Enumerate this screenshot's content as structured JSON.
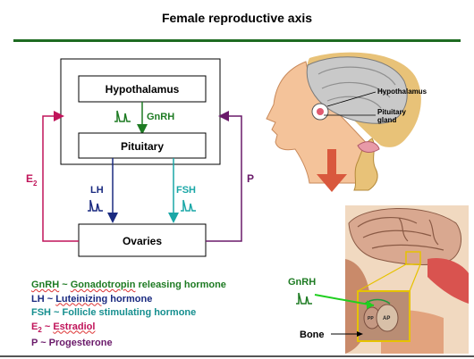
{
  "title": "Female reproductive axis",
  "diagram": {
    "hypothalamus_label": "Hypothalamus",
    "pituitary_label": "Pituitary",
    "ovaries_label": "Ovaries",
    "gnrh_label": "GnRH",
    "lh_label": "LH",
    "fsh_label": "FSH",
    "e2_label_main": "E",
    "e2_label_sub": "2",
    "p_label": "P"
  },
  "head_illustration": {
    "hypothalamus_label": "Hypothalamus",
    "pituitary_label_line1": "Pituitary",
    "pituitary_label_line2": "gland"
  },
  "brain_illustration": {
    "gnrh_label": "GnRH",
    "bone_label": "Bone",
    "pp_label": "PP",
    "ap_label": "AP"
  },
  "legend": {
    "gnrh_abbr": "GnRH",
    "gnrh_rest": " ~ ",
    "gnrh_term1": "Gonadotropin",
    "gnrh_term2": " releasing hormone",
    "lh_abbr": "LH ~ ",
    "lh_term1": "Luteinizing",
    "lh_term2": " hormone",
    "fsh_text": "FSH ~ Follicle stimulating hormone",
    "e2_main": "E",
    "e2_sub": "2",
    "e2_rest": " ~ ",
    "e2_term": "Estradiol",
    "p_text": "P ~ Progesterone"
  },
  "colors": {
    "green": "#1e7b23",
    "navy": "#1a2a80",
    "teal": "#1aa7a7",
    "crimson": "#c0145a",
    "purple": "#6a1a6a"
  }
}
